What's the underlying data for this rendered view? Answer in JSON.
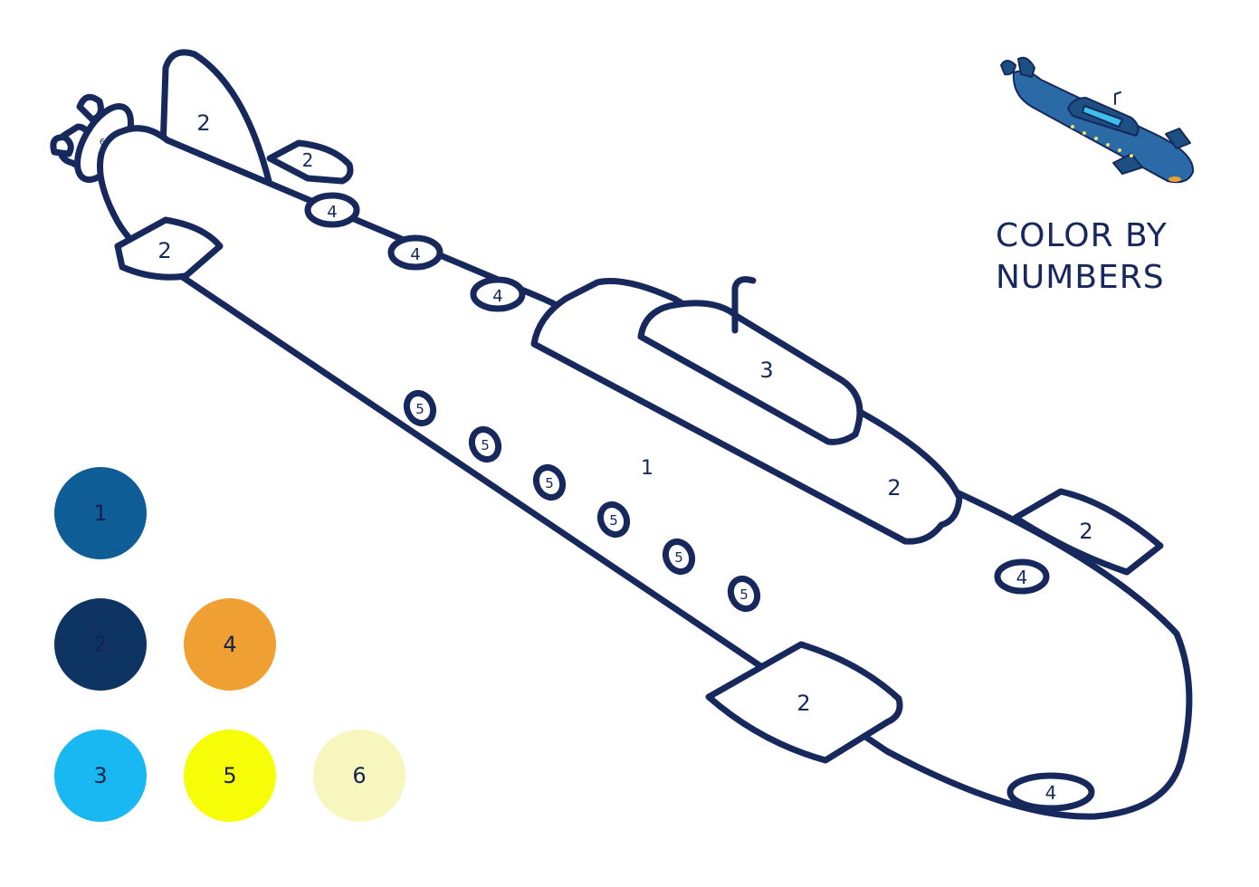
{
  "title": {
    "line1": "COLOR BY",
    "line2": "NUMBERS"
  },
  "colors": {
    "outline": "#17285c",
    "preview_body": "#2a6aa6",
    "preview_dark": "#1d4f82",
    "preview_window": "#3ec0ec",
    "preview_porthole": "#f3e66a"
  },
  "palette": [
    {
      "number": "1",
      "color": "#0e5d96"
    },
    {
      "number": "2",
      "color": "#0d3463"
    },
    {
      "number": "4",
      "color": "#f0a032"
    },
    {
      "number": "3",
      "color": "#19b8f2"
    },
    {
      "number": "5",
      "color": "#f7fc07"
    },
    {
      "number": "6",
      "color": "#f6f6be"
    }
  ],
  "regions": {
    "top_fin": "2",
    "tail_fin_top": "2",
    "tail_fin_left": "2",
    "propeller": "6",
    "hull": "1",
    "tower": "2",
    "tower_window": "3",
    "front_fin_right": "2",
    "front_fin_bottom": "2",
    "lights": [
      "4",
      "4",
      "4",
      "4",
      "4"
    ],
    "portholes": [
      "5",
      "5",
      "5",
      "5",
      "5",
      "5"
    ]
  }
}
